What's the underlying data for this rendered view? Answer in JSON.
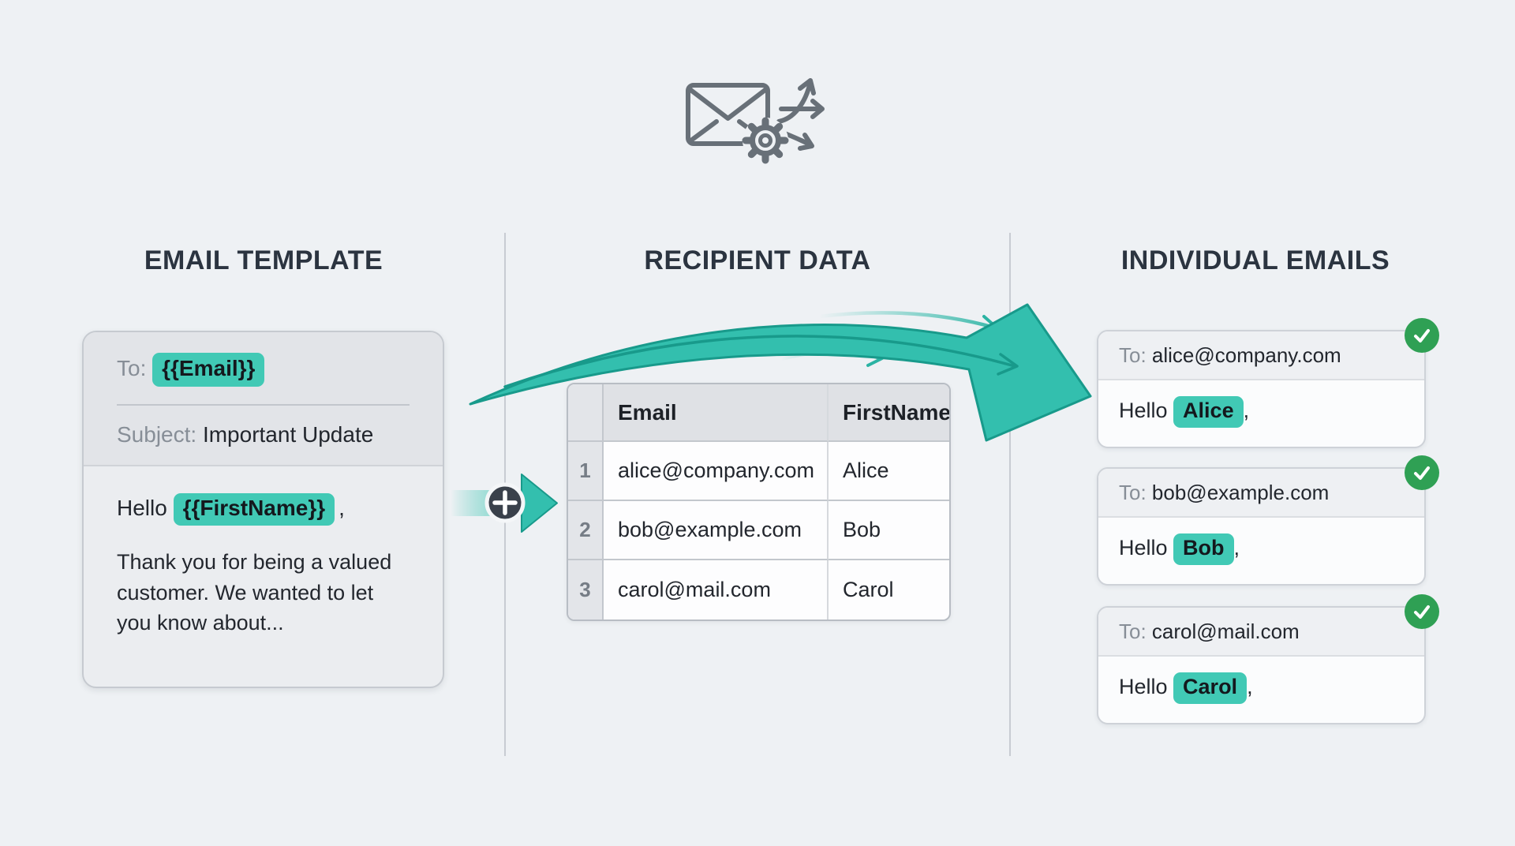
{
  "colors": {
    "page_bg": "#eef1f4",
    "heading_text": "#2b3440",
    "highlight_teal": "#41c9b5",
    "arrow_teal": "#33bfae",
    "arrow_outline": "#189a8b",
    "badge_green": "#2fa054",
    "plus_circle_dark": "#3a414b",
    "icon_gray": "#687078"
  },
  "columns": [
    {
      "title": "EMAIL TEMPLATE"
    },
    {
      "title": "RECIPIENT DATA"
    },
    {
      "title": "INDIVIDUAL EMAILS"
    }
  ],
  "template_card": {
    "to_label": "To:",
    "to_value": "{{Email}}",
    "subject_label": "Subject:",
    "subject_value": "Important Update",
    "greeting_prefix": "Hello",
    "greeting_variable": "{{FirstName}}",
    "greeting_suffix": ",",
    "body": "Thank you for being a valued customer. We wanted to let you know about..."
  },
  "recipient_table": {
    "columns": [
      "Email",
      "FirstName"
    ],
    "rows": [
      {
        "num": "1",
        "email": "alice@company.com",
        "first_name": "Alice"
      },
      {
        "num": "2",
        "email": "bob@example.com",
        "first_name": "Bob"
      },
      {
        "num": "3",
        "email": "carol@mail.com",
        "first_name": "Carol"
      }
    ]
  },
  "individual_emails": [
    {
      "to_label": "To:",
      "to_value": "alice@company.com",
      "greeting_prefix": "Hello",
      "name": "Alice",
      "greeting_suffix": ","
    },
    {
      "to_label": "To:",
      "to_value": "bob@example.com",
      "greeting_prefix": "Hello",
      "name": "Bob",
      "greeting_suffix": ","
    },
    {
      "to_label": "To:",
      "to_value": "carol@mail.com",
      "greeting_prefix": "Hello",
      "name": "Carol",
      "greeting_suffix": ","
    }
  ]
}
